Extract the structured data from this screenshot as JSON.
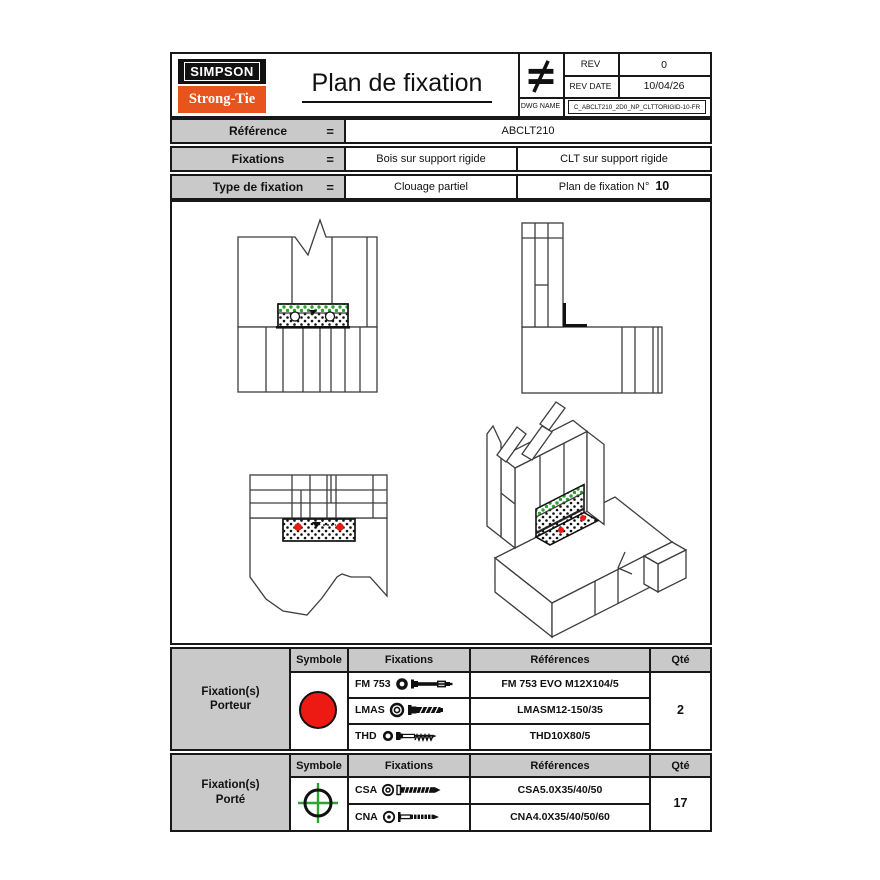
{
  "header": {
    "logo_line1": "SIMPSON",
    "logo_line2": "Strong-Tie",
    "title": "Plan de fixation",
    "rev_label": "REV",
    "rev_value": "0",
    "rev_date_label": "REV DATE",
    "rev_date_value": "10/04/26",
    "dwg_name_label": "DWG NAME",
    "dwg_name_value": "C_ABCLT210_2D0_NP_CLTTORIGID-10-FR"
  },
  "reference_table": {
    "rows": [
      {
        "label": "Référence",
        "eq": "=",
        "value": "ABCLT210"
      },
      {
        "label": "Fixations",
        "eq": "=",
        "value_left": "Bois sur support rigide",
        "value_right": "CLT sur support rigide"
      },
      {
        "label": "Type de fixation",
        "eq": "=",
        "value_left": "Clouage partiel",
        "value_right": "Plan de fixation N°",
        "value_right_number": "10"
      }
    ]
  },
  "porteur_table": {
    "group_label_line1": "Fixation(s)",
    "group_label_line2": "Porteur",
    "headers": {
      "symbole": "Symbole",
      "fixations": "Fixations",
      "references": "Références",
      "qty": "Qté"
    },
    "rows": [
      {
        "name": "FM 753",
        "icon": "wedge-anchor-icon",
        "reference": "FM 753 EVO M12X104/5"
      },
      {
        "name": "LMAS",
        "icon": "washer-lag-screw-icon",
        "reference": "LMASM12-150/35"
      },
      {
        "name": "THD",
        "icon": "concrete-screw-icon",
        "reference": "THD10X80/5"
      }
    ],
    "qty": "2",
    "symbol": "red-circle"
  },
  "porte_table": {
    "group_label_line1": "Fixation(s)",
    "group_label_line2": "Porté",
    "headers": {
      "symbole": "Symbole",
      "fixations": "Fixations",
      "references": "Références",
      "qty": "Qté"
    },
    "rows": [
      {
        "name": "CSA",
        "icon": "wood-screw-icon",
        "reference": "CSA5.0X35/40/50"
      },
      {
        "name": "CNA",
        "icon": "ring-nail-icon",
        "reference": "CNA4.0X35/40/50/60"
      }
    ],
    "qty": "17",
    "symbol": "green-crosshair"
  },
  "colors": {
    "brand_orange": "#e7541d",
    "symbol_red": "#ed1a13",
    "symbol_green": "#2fa32f",
    "header_gray": "#c9c9c9"
  }
}
